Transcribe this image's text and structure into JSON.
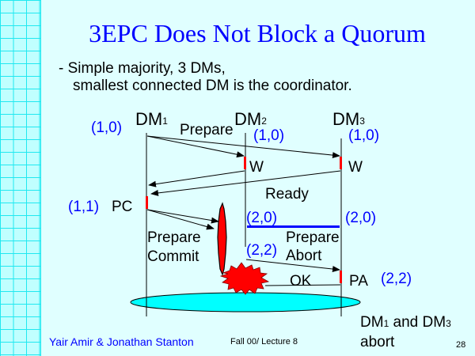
{
  "slide": {
    "title": "3EPC Does Not Block a Quorum",
    "bullet_line1": "- Simple majority, 3 DMs,",
    "bullet_line2": "smallest connected DM is the coordinator.",
    "page_number": "28"
  },
  "diagram": {
    "participants": [
      {
        "name": "DM",
        "sub": "1"
      },
      {
        "name": "DM",
        "sub": "2"
      },
      {
        "name": "DM",
        "sub": "3"
      }
    ],
    "states": {
      "dm1_initial": "(1,0)",
      "dm2_initial": "(1,0)",
      "dm3_initial": "(1,0)",
      "dm1_pc": "(1,1)",
      "dm2_after_partition": "(2,0)",
      "dm3_after_partition": "(2,0)",
      "dm2_prepare_abort": "(2,2)",
      "dm3_pa": "(2,2)"
    },
    "messages": {
      "prepare": "Prepare",
      "ready": "Ready",
      "prepare_commit_1": "Prepare",
      "prepare_commit_2": "Commit",
      "prepare_abort_1": "Prepare",
      "prepare_abort_2": "Abort",
      "ok": "OK"
    },
    "state_labels": {
      "dm2_wait": "W",
      "dm3_wait": "W",
      "dm1_pc": "PC",
      "dm3_pa": "PA"
    },
    "outcome": {
      "line1_a": "DM",
      "line1_sub1": "1",
      "line1_b": " and DM",
      "line1_sub3": "3",
      "line2": "abort"
    },
    "colors": {
      "state_blue": "#0000ff",
      "marker_red": "#ff0000",
      "partition_blue": "#0000ff",
      "quorum_cyan": "#00ffff",
      "background": "#e0ffff"
    }
  },
  "footer": {
    "authors": "Yair Amir & Jonathan Stanton",
    "course": "Fall 00/ Lecture 8"
  }
}
